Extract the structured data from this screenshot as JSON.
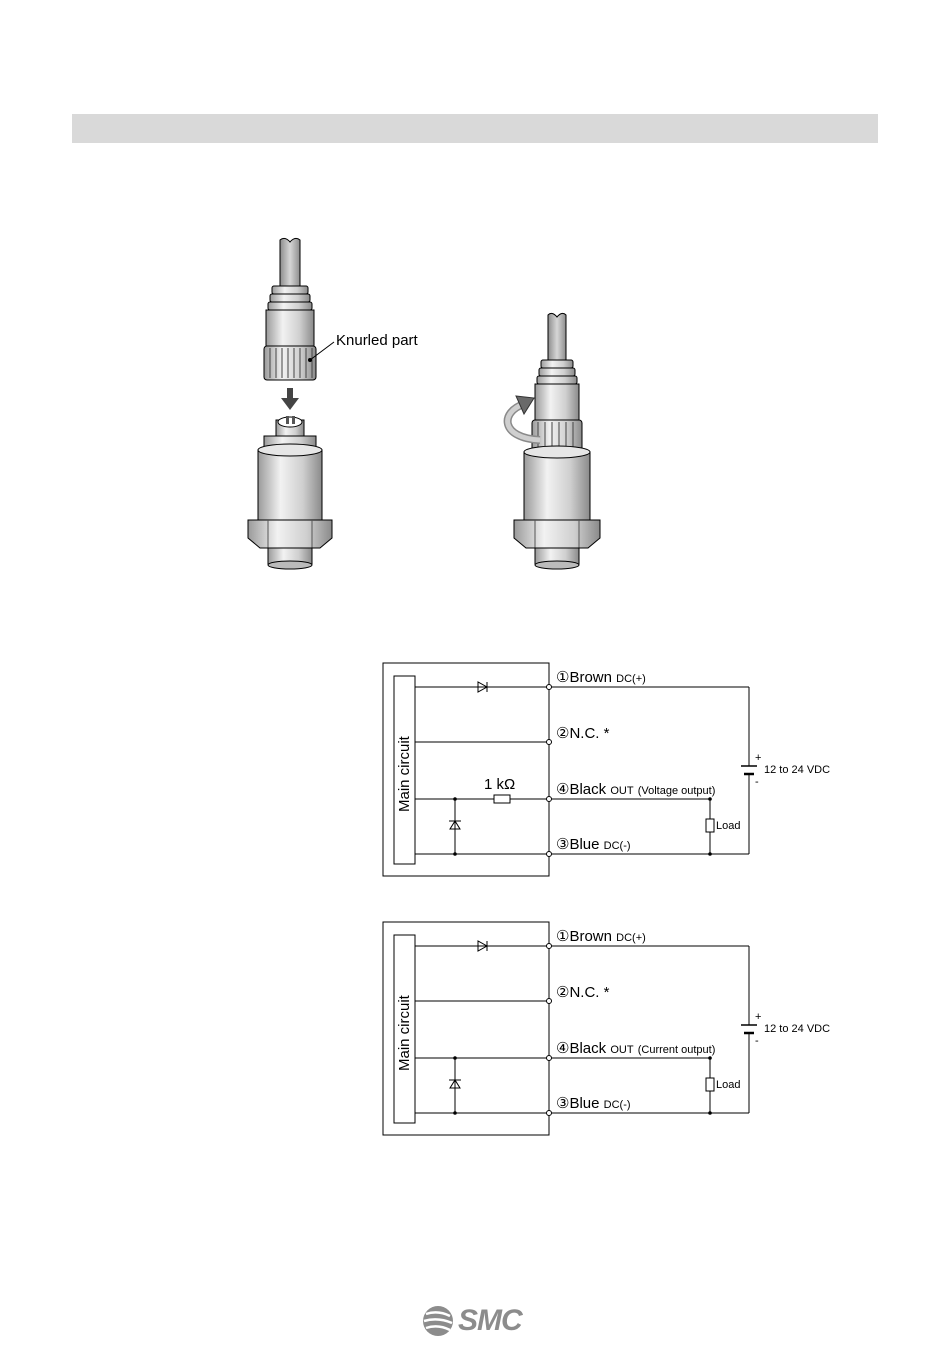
{
  "illustration": {
    "knurled_label": "Knurled part"
  },
  "circuits": [
    {
      "main_label": "Main circuit",
      "pins": [
        {
          "number": "①",
          "name": "Brown",
          "suffix": "DC(+)"
        },
        {
          "number": "②",
          "name": "N.C.",
          "suffix": "*"
        },
        {
          "number": "④",
          "name": "Black",
          "suffix": "OUT",
          "note": "(Voltage output)"
        },
        {
          "number": "③",
          "name": "Blue",
          "suffix": "DC(-)"
        }
      ],
      "resistor_label": "1 kΩ",
      "supply_plus": "+",
      "supply_minus": "-",
      "supply_label": "12 to 24 VDC",
      "load_label": "Load"
    },
    {
      "main_label": "Main circuit",
      "pins": [
        {
          "number": "①",
          "name": "Brown",
          "suffix": "DC(+)"
        },
        {
          "number": "②",
          "name": "N.C.",
          "suffix": "*"
        },
        {
          "number": "④",
          "name": "Black",
          "suffix": "OUT",
          "note": "(Current output)"
        },
        {
          "number": "③",
          "name": "Blue",
          "suffix": "DC(-)"
        }
      ],
      "supply_plus": "+",
      "supply_minus": "-",
      "supply_label": "12 to 24 VDC",
      "load_label": "Load"
    }
  ],
  "footer": {
    "logo_text": "SMC"
  }
}
